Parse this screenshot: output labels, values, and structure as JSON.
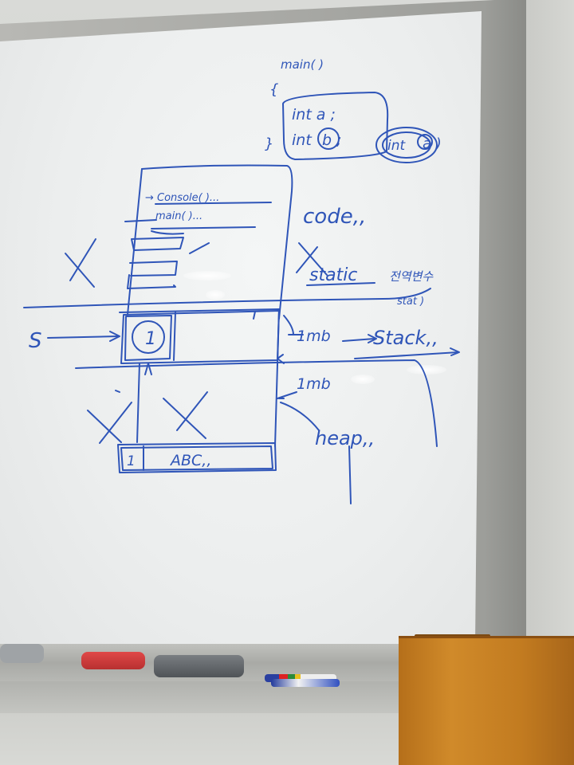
{
  "whiteboard": {
    "code_block": {
      "func": "main( )",
      "brace_open": "{",
      "brace_close": "}",
      "line1": "int a ;",
      "line2_a": "int",
      "line2_b": "b ;",
      "line2_c": "int",
      "line2_d": "a )"
    },
    "memory_cells": {
      "code_row1": "→ Console( )...",
      "code_row2": "main( )...",
      "stack_value": "1",
      "heap_value": "1",
      "heap_string": "ABC,,"
    },
    "labels": {
      "code": "code,,",
      "static": "static",
      "static_korean": "전역변수",
      "static_sub": "stat )",
      "stack_size": "1mb",
      "stack": "Stack,,",
      "heap_size": "1mb",
      "heap": "heap,,",
      "arrow_s": "S"
    }
  },
  "colors": {
    "ink": "#2f55b8",
    "eraser_red": "#c23a3a",
    "eraser_gray": "#5e6266",
    "podium": "#c27b20"
  }
}
